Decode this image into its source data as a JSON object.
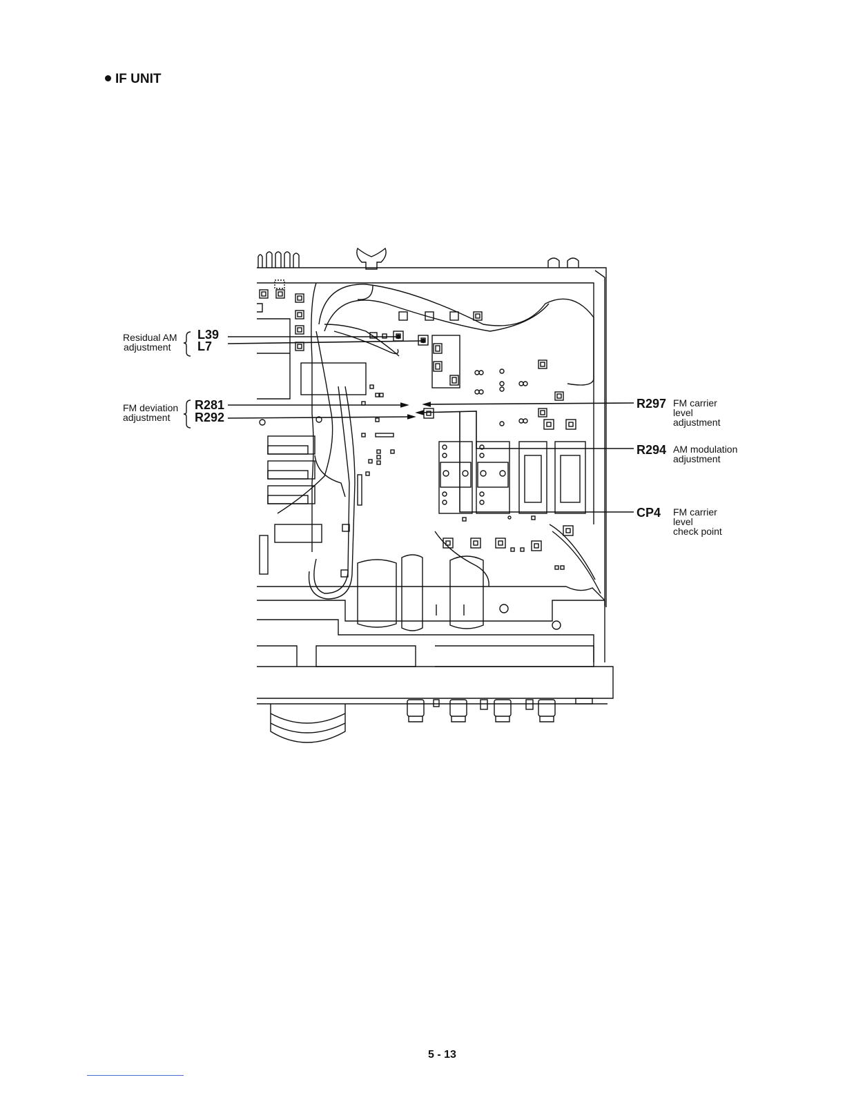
{
  "heading": {
    "bullet": "●",
    "title": "IF UNIT"
  },
  "callouts": {
    "residual_am": {
      "desc": [
        "Residual AM",
        "adjustment"
      ],
      "refs": [
        "L39",
        "L7"
      ]
    },
    "fm_deviation": {
      "desc": [
        "FM deviation",
        "adjustment"
      ],
      "refs": [
        "R281",
        "R292"
      ]
    },
    "r297": {
      "ref": "R297",
      "desc": [
        "FM carrier",
        "level",
        "adjustment"
      ]
    },
    "r294": {
      "ref": "R294",
      "desc": [
        "AM modulation",
        "adjustment"
      ]
    },
    "cp4": {
      "ref": "CP4",
      "desc": [
        "FM carrier",
        "level",
        "check point"
      ]
    }
  },
  "page_number": "5 - 13"
}
